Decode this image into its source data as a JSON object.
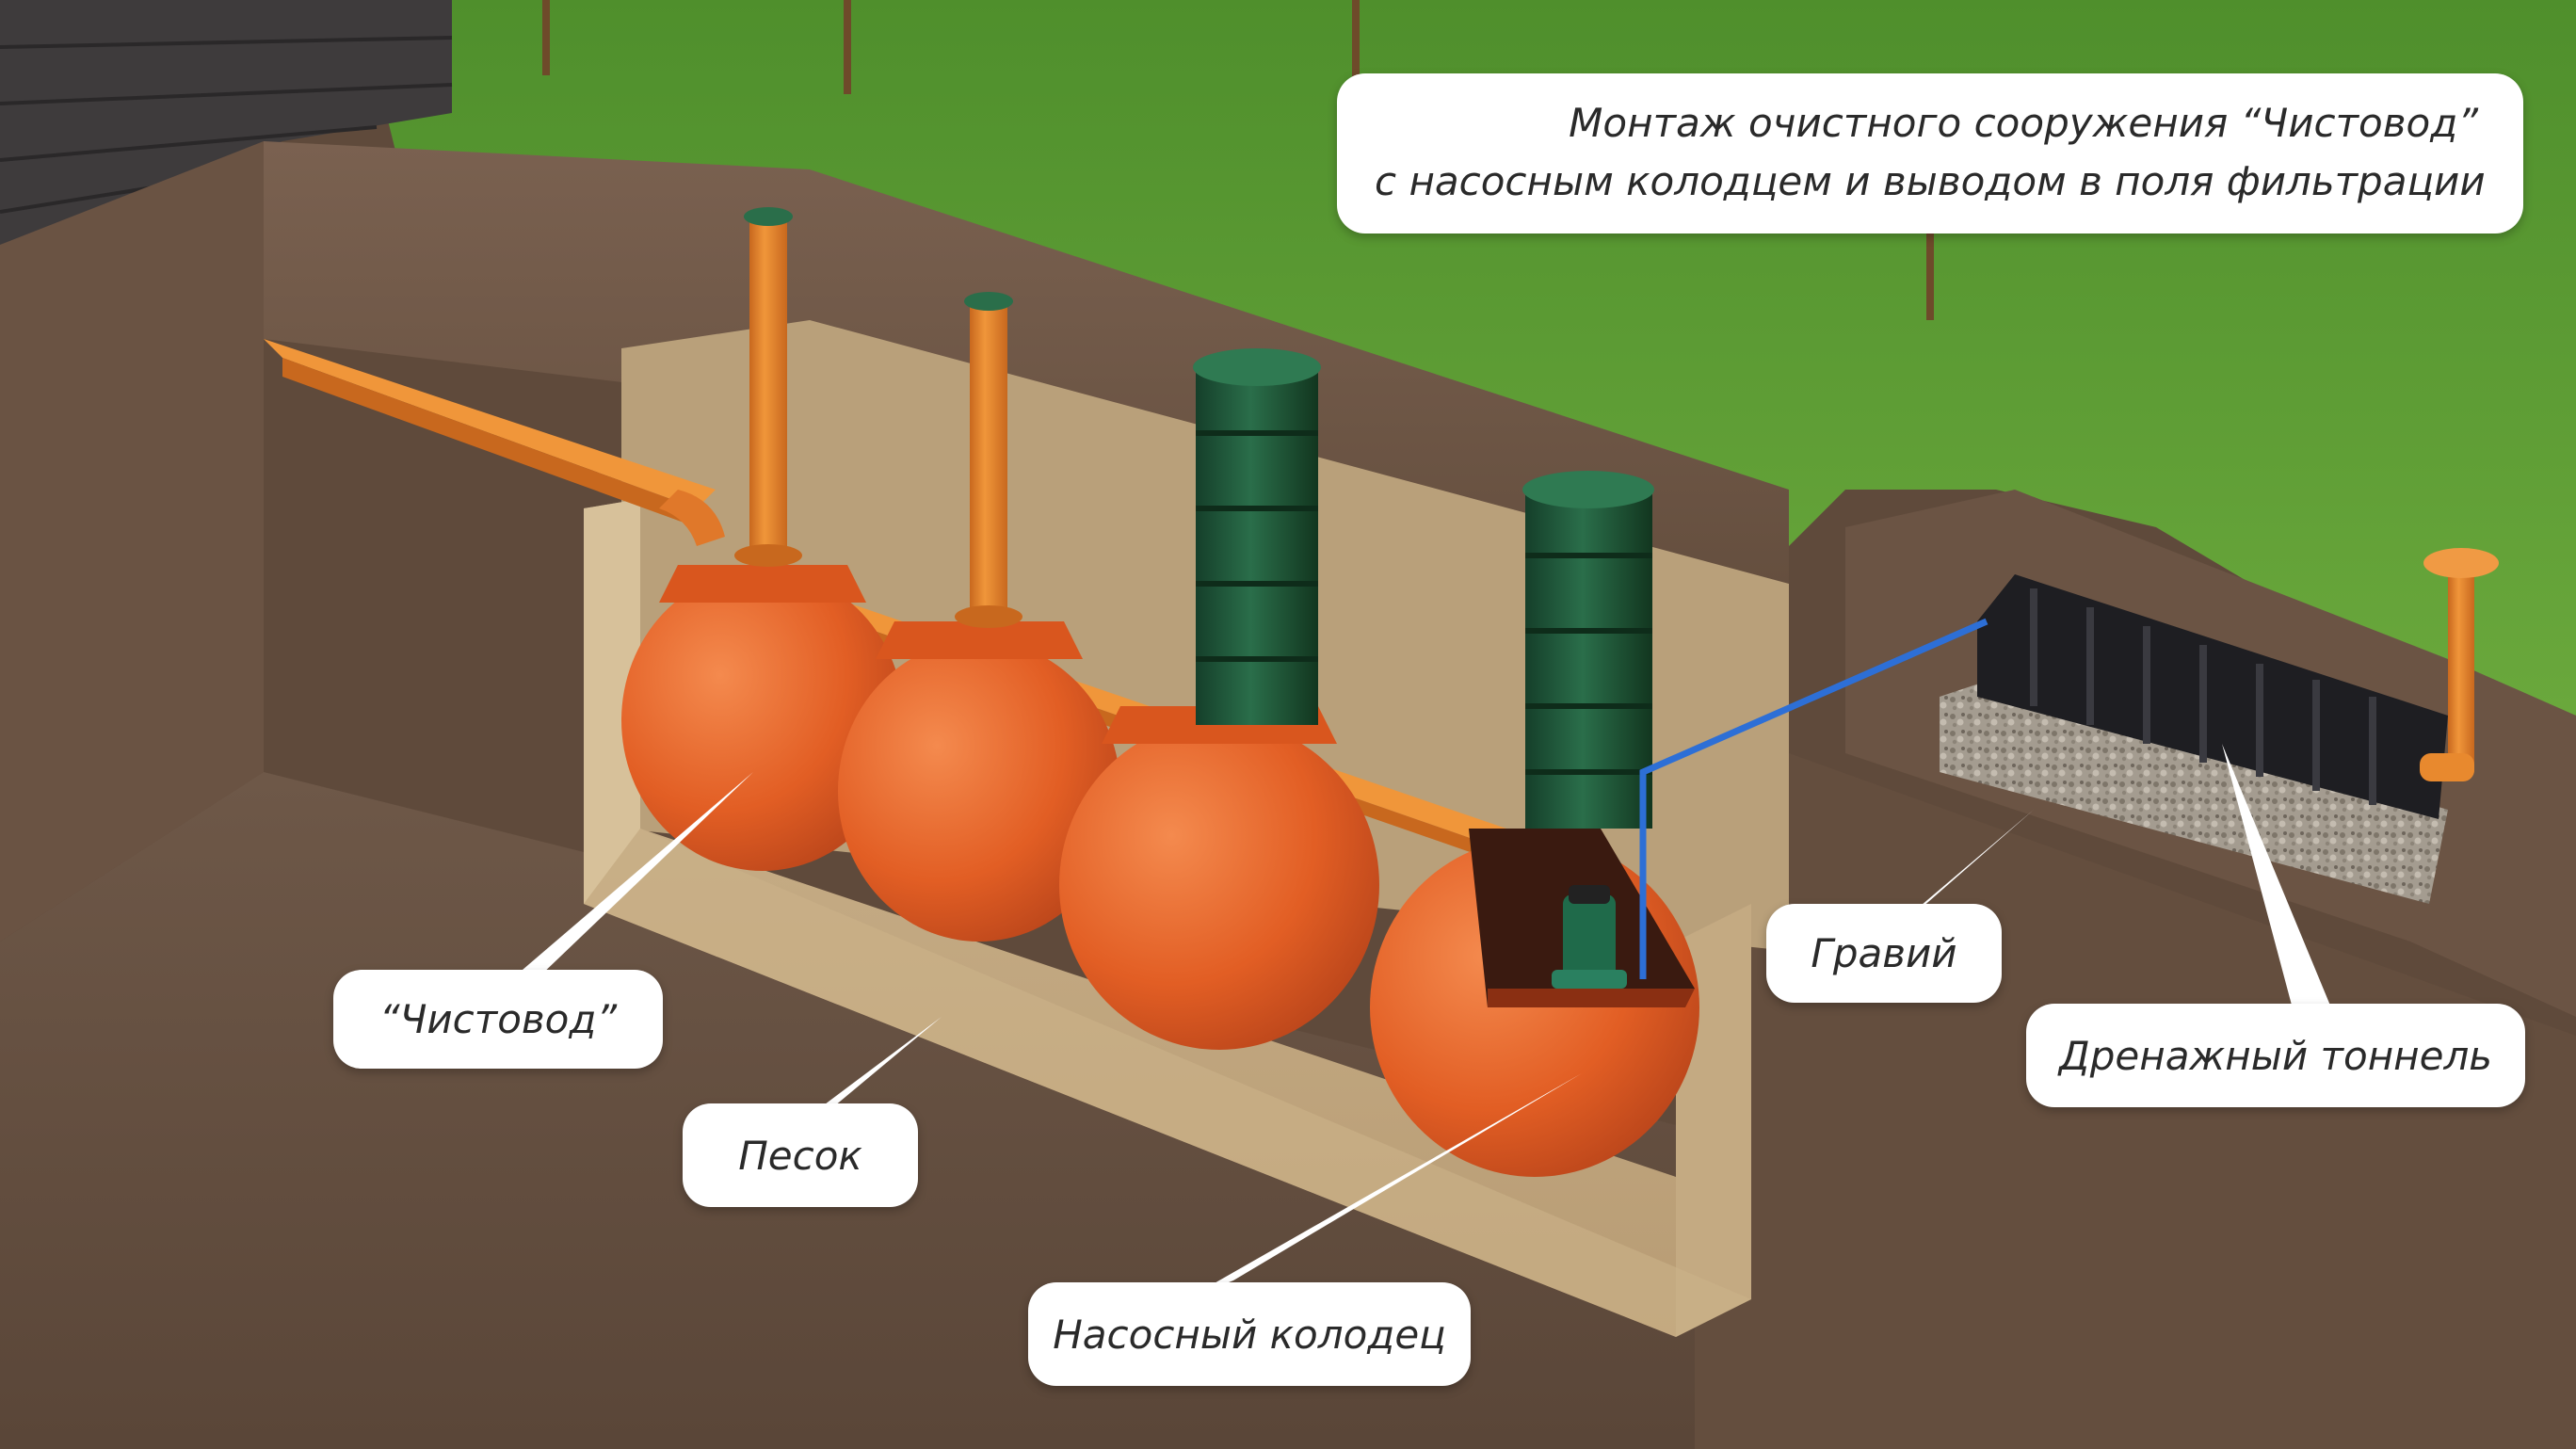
{
  "title": {
    "line1": "Монтаж очистного сооружения  “Чистовод”",
    "line2": "с насосным колодцем и выводом в поля  фильтрации"
  },
  "labels": {
    "chistovod": "“Чистовод”",
    "sand": "Песок",
    "pump_well": "Насосный колодец",
    "gravel": "Гравий",
    "drain_tunnel": "Дренажный тоннель"
  },
  "colors": {
    "tank": "#e8642a",
    "pipe": "#e8892e",
    "riser": "#1f5a3c",
    "grass": "#5a9a34",
    "soil": "#6b5444",
    "sand": "#c9b08a",
    "tunnel": "#1e1e22",
    "water_line": "#2d6fd6"
  },
  "icons": [
    "submersible-pump-icon"
  ]
}
